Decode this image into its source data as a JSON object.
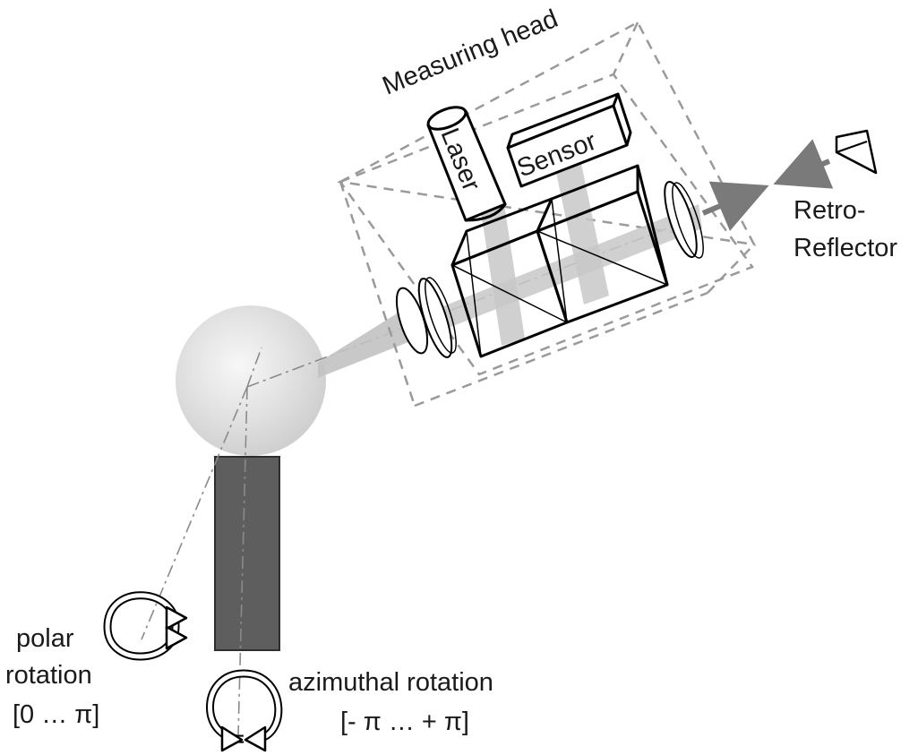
{
  "labels": {
    "measuring_head": "Measuring head",
    "laser": "Laser",
    "sensor": "Sensor",
    "retro_line1": "Retro-",
    "retro_line2": "Reflector",
    "polar_line1": "polar",
    "polar_line2": "rotation",
    "polar_range": "[0 … π]",
    "azimuthal_line1": "azimuthal rotation",
    "azimuthal_range": "[- π … + π]"
  },
  "colors": {
    "outline": "#000000",
    "dashed_frame": "#9a9a9a",
    "beam": "#c8c8c8",
    "post": "#5e5e5e",
    "sphere": "#e0e0e0",
    "arrow": "#7a7a7a"
  },
  "icons": [
    "sphere-joint",
    "post",
    "laser-cylinder",
    "sensor-block",
    "beam-splitter-cubes",
    "lens",
    "retro-reflector-icon",
    "rotation-arrows-icon"
  ]
}
